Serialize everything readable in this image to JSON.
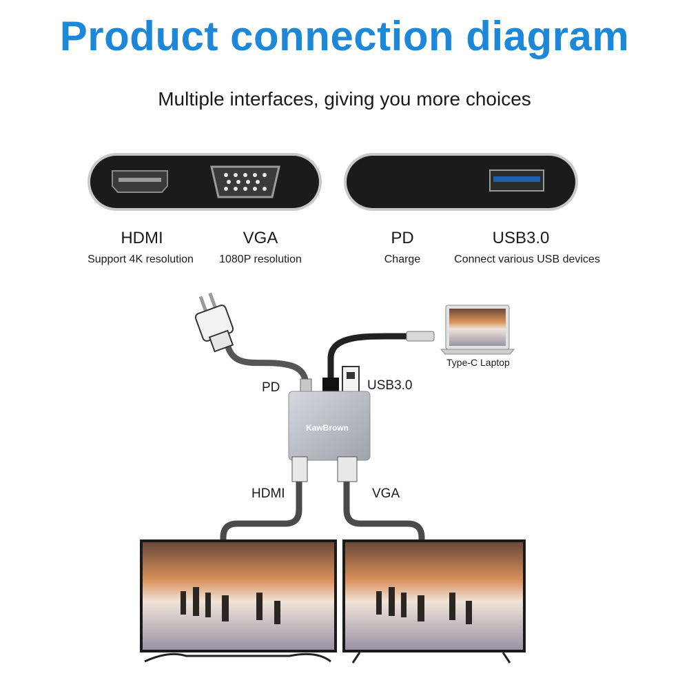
{
  "title": "Product connection diagram",
  "subtitle": "Multiple interfaces, giving you more choices",
  "ports": [
    {
      "name": "HDMI",
      "desc": "Support 4K resolution"
    },
    {
      "name": "VGA",
      "desc": "1080P resolution"
    },
    {
      "name": "PD",
      "desc": "Charge"
    },
    {
      "name": "USB3.0",
      "desc": "Connect various USB devices"
    }
  ],
  "diagram": {
    "pd_label": "PD",
    "usb_label": "USB3.0",
    "hdmi_label": "HDMI",
    "vga_label": "VGA",
    "laptop_label": "Type-C Laptop",
    "brand": "KawBrown"
  },
  "colors": {
    "title": "#1e88d8",
    "panel": "#1b1b1b",
    "hub": "#b9bcc4"
  }
}
